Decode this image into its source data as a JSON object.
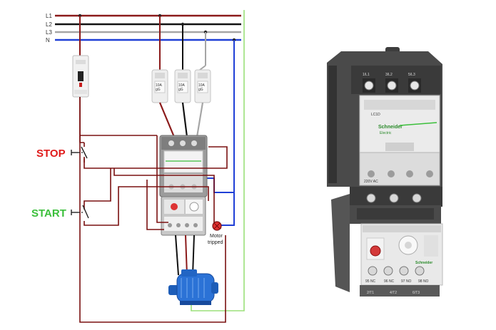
{
  "diagram": {
    "lines": [
      "L1",
      "L2",
      "L3",
      "N"
    ],
    "stop_label": "STOP",
    "start_label": "START",
    "motor_tripped_label_1": "Motor",
    "motor_tripped_label_2": "tripped",
    "colors": {
      "L1": "#8b1a1a",
      "L2": "#111111",
      "L3": "#9a9a9a",
      "N": "#1f3fd6",
      "earth": "#9be07a",
      "stop": "#e01b1b",
      "start": "#3bbf3b",
      "control": "#7a1010"
    }
  },
  "photo": {
    "brand": "Schneider",
    "brand_sub": "Electric",
    "model": "LC1D",
    "coil_voltage": "220V AC",
    "terminals_top": [
      "1/L1",
      "3/L2",
      "5/L3"
    ],
    "terminals_bottom": [
      "2/T1",
      "4/T2",
      "6/T3"
    ],
    "relay_terminals": [
      "95 NC",
      "96 NC",
      "97 NO",
      "98 NO"
    ]
  }
}
